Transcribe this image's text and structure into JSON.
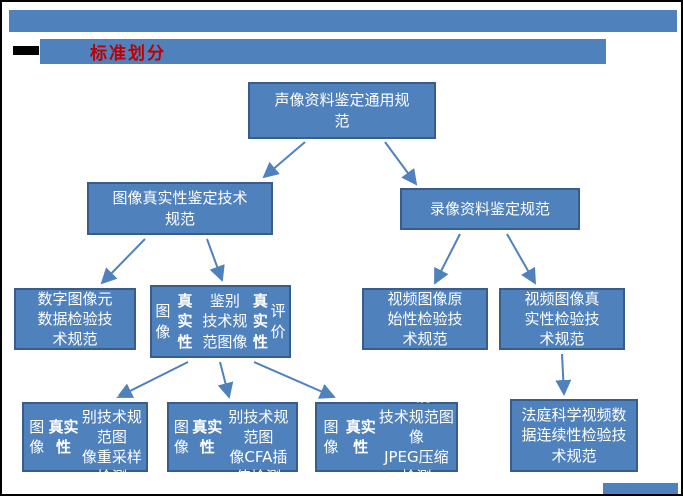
{
  "slide": {
    "title": "标准划分"
  },
  "colors": {
    "accent": "#4f81bd",
    "node_border": "#385d8a",
    "title_text": "#c00000"
  },
  "diagram": {
    "nodes": {
      "root": {
        "label": "声像资料鉴定通用规\n范"
      },
      "image_auth_spec": {
        "label": "图像真实性鉴定技术\n规范"
      },
      "video_record_spec": {
        "label": "录像资料鉴定规范"
      },
      "metadata_spec": {
        "label": "数字图像元\n数据检验技\n术规范"
      },
      "image_authenticity_eval": {
        "segments": [
          {
            "t": "图像"
          },
          {
            "t": "真实性",
            "b": true
          },
          {
            "t": "鉴别\n技术规范图像"
          },
          {
            "t": "真\n实性",
            "b": true
          },
          {
            "t": "评价"
          }
        ]
      },
      "video_originality": {
        "label": "视频图像原\n始性检验技\n术规范"
      },
      "video_authenticity": {
        "label": "视频图像真\n实性检验技\n术规范"
      },
      "resampling_detection": {
        "segments": [
          {
            "t": "图像"
          },
          {
            "t": "真实性",
            "b": true
          },
          {
            "t": "鉴\n别技术规范图\n像重采样检测"
          }
        ]
      },
      "cfa_interpolation_detection": {
        "segments": [
          {
            "t": "图像"
          },
          {
            "t": "真实性",
            "b": true
          },
          {
            "t": "鉴\n别技术规范图\n像CFA插值检测"
          }
        ]
      },
      "jpeg_compression_detection": {
        "segments": [
          {
            "t": "图像"
          },
          {
            "t": "真实性",
            "b": true
          },
          {
            "t": "鉴别\n技术规范图像\nJPEG压缩检测"
          }
        ]
      },
      "video_continuity": {
        "label": "法庭科学视频数\n据连续性检验技\n术规范"
      }
    }
  }
}
